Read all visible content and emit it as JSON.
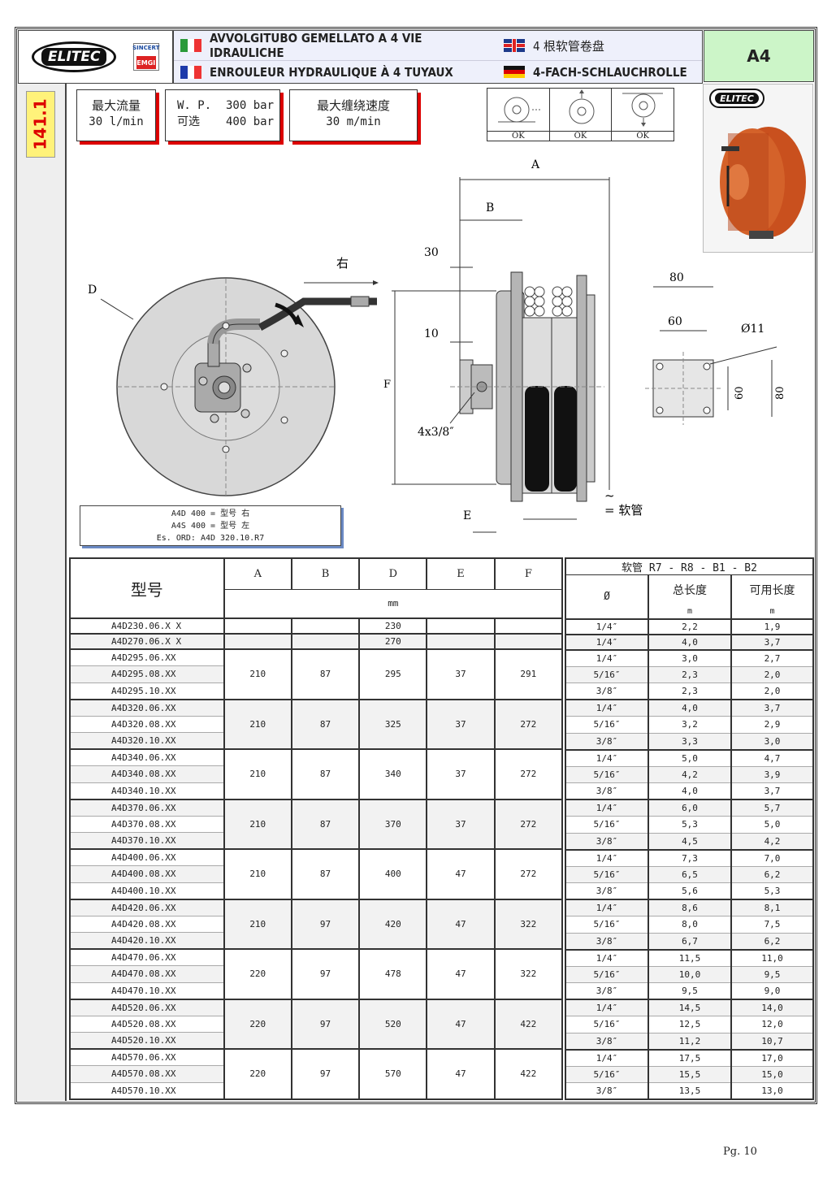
{
  "header": {
    "logo": "ELITEC",
    "cert_top": "SINCERT",
    "cert_bottom": "EMGI",
    "title_it": "AVVOLGITUBO GEMELLATO A 4 VIE IDRAULICHE",
    "title_fr": "ENROULEUR HYDRAULIQUE À 4 TUYAUX",
    "title_cn": "4 根软管卷盘",
    "title_de": "4-FACH-SCHLAUCHROLLE",
    "code": "A4"
  },
  "page_number_side": "141.1",
  "specs": {
    "flow_label": "最大流量",
    "flow_value": "30 l/min",
    "wp_label": "W. P.",
    "wp_value": "300 bar",
    "opt_label": "可选",
    "opt_value": "400 bar",
    "speed_label": "最大缠绕速度",
    "speed_value": "30 m/min"
  },
  "mount": {
    "ok1": "OK",
    "ok2": "OK",
    "ok3": "OK"
  },
  "photo_logo": "ELITEC",
  "drawing": {
    "dim_A": "A",
    "dim_B": "B",
    "dim_30": "30",
    "dim_10": "10",
    "dim_D": "D",
    "dim_E": "E",
    "dim_F": "F",
    "right": "右",
    "fitting": "4x3/8″",
    "hose_sym": "~",
    "hose_label": "= 软管",
    "p80a": "80",
    "p60": "60",
    "phi": "Ø11",
    "p60v": "60",
    "p80v": "80"
  },
  "caption": {
    "line1": "A4D 400 = 型号 右",
    "line2": "A4S 400 = 型号 左",
    "line3": "Es. ORD:  A4D 320.10.R7"
  },
  "table": {
    "model_header": "型号",
    "cols": [
      "A",
      "B",
      "D",
      "E",
      "F"
    ],
    "unit": "mm",
    "hose_header": "软管 R7 - R8 - B1 - B2",
    "dia_header": "Ø",
    "total_header": "总长度",
    "usable_header": "可用长度",
    "m1": "m",
    "m2": "m",
    "groups": [
      {
        "A": "",
        "B": "",
        "D": "230",
        "E": "",
        "F": "",
        "rows": [
          {
            "model": "A4D230.06.X X",
            "dia": "1/4″",
            "total": "2,2",
            "usable": "1,9"
          }
        ]
      },
      {
        "A": "",
        "B": "",
        "D": "270",
        "E": "",
        "F": "",
        "rows": [
          {
            "model": "A4D270.06.X X",
            "dia": "1/4″",
            "total": "4,0",
            "usable": "3,7"
          }
        ]
      },
      {
        "A": "210",
        "B": "87",
        "D": "295",
        "E": "37",
        "F": "291",
        "rows": [
          {
            "model": "A4D295.06.XX",
            "dia": "1/4″",
            "total": "3,0",
            "usable": "2,7"
          },
          {
            "model": "A4D295.08.XX",
            "dia": "5/16″",
            "total": "2,3",
            "usable": "2,0"
          },
          {
            "model": "A4D295.10.XX",
            "dia": "3/8″",
            "total": "2,3",
            "usable": "2,0"
          }
        ]
      },
      {
        "A": "210",
        "B": "87",
        "D": "325",
        "E": "37",
        "F": "272",
        "rows": [
          {
            "model": "A4D320.06.XX",
            "dia": "1/4″",
            "total": "4,0",
            "usable": "3,7"
          },
          {
            "model": "A4D320.08.XX",
            "dia": "5/16″",
            "total": "3,2",
            "usable": "2,9"
          },
          {
            "model": "A4D320.10.XX",
            "dia": "3/8″",
            "total": "3,3",
            "usable": "3,0"
          }
        ]
      },
      {
        "A": "210",
        "B": "87",
        "D": "340",
        "E": "37",
        "F": "272",
        "rows": [
          {
            "model": "A4D340.06.XX",
            "dia": "1/4″",
            "total": "5,0",
            "usable": "4,7"
          },
          {
            "model": "A4D340.08.XX",
            "dia": "5/16″",
            "total": "4,2",
            "usable": "3,9"
          },
          {
            "model": "A4D340.10.XX",
            "dia": "3/8″",
            "total": "4,0",
            "usable": "3,7"
          }
        ]
      },
      {
        "A": "210",
        "B": "87",
        "D": "370",
        "E": "37",
        "F": "272",
        "rows": [
          {
            "model": "A4D370.06.XX",
            "dia": "1/4″",
            "total": "6,0",
            "usable": "5,7"
          },
          {
            "model": "A4D370.08.XX",
            "dia": "5/16″",
            "total": "5,3",
            "usable": "5,0"
          },
          {
            "model": "A4D370.10.XX",
            "dia": "3/8″",
            "total": "4,5",
            "usable": "4,2"
          }
        ]
      },
      {
        "A": "210",
        "B": "87",
        "D": "400",
        "E": "47",
        "F": "272",
        "rows": [
          {
            "model": "A4D400.06.XX",
            "dia": "1/4″",
            "total": "7,3",
            "usable": "7,0"
          },
          {
            "model": "A4D400.08.XX",
            "dia": "5/16″",
            "total": "6,5",
            "usable": "6,2"
          },
          {
            "model": "A4D400.10.XX",
            "dia": "3/8″",
            "total": "5,6",
            "usable": "5,3"
          }
        ]
      },
      {
        "A": "210",
        "B": "97",
        "D": "420",
        "E": "47",
        "F": "322",
        "rows": [
          {
            "model": "A4D420.06.XX",
            "dia": "1/4″",
            "total": "8,6",
            "usable": "8,1"
          },
          {
            "model": "A4D420.08.XX",
            "dia": "5/16″",
            "total": "8,0",
            "usable": "7,5"
          },
          {
            "model": "A4D420.10.XX",
            "dia": "3/8″",
            "total": "6,7",
            "usable": "6,2"
          }
        ]
      },
      {
        "A": "220",
        "B": "97",
        "D": "478",
        "E": "47",
        "F": "322",
        "rows": [
          {
            "model": "A4D470.06.XX",
            "dia": "1/4″",
            "total": "11,5",
            "usable": "11,0"
          },
          {
            "model": "A4D470.08.XX",
            "dia": "5/16″",
            "total": "10,0",
            "usable": "9,5"
          },
          {
            "model": "A4D470.10.XX",
            "dia": "3/8″",
            "total": "9,5",
            "usable": "9,0"
          }
        ]
      },
      {
        "A": "220",
        "B": "97",
        "D": "520",
        "E": "47",
        "F": "422",
        "rows": [
          {
            "model": "A4D520.06.XX",
            "dia": "1/4″",
            "total": "14,5",
            "usable": "14,0"
          },
          {
            "model": "A4D520.08.XX",
            "dia": "5/16″",
            "total": "12,5",
            "usable": "12,0"
          },
          {
            "model": "A4D520.10.XX",
            "dia": "3/8″",
            "total": "11,2",
            "usable": "10,7"
          }
        ]
      },
      {
        "A": "220",
        "B": "97",
        "D": "570",
        "E": "47",
        "F": "422",
        "rows": [
          {
            "model": "A4D570.06.XX",
            "dia": "1/4″",
            "total": "17,5",
            "usable": "17,0"
          },
          {
            "model": "A4D570.08.XX",
            "dia": "5/16″",
            "total": "15,5",
            "usable": "15,0"
          },
          {
            "model": "A4D570.10.XX",
            "dia": "3/8″",
            "total": "13,5",
            "usable": "13,0"
          }
        ]
      }
    ]
  },
  "footer": "Pg.  10"
}
